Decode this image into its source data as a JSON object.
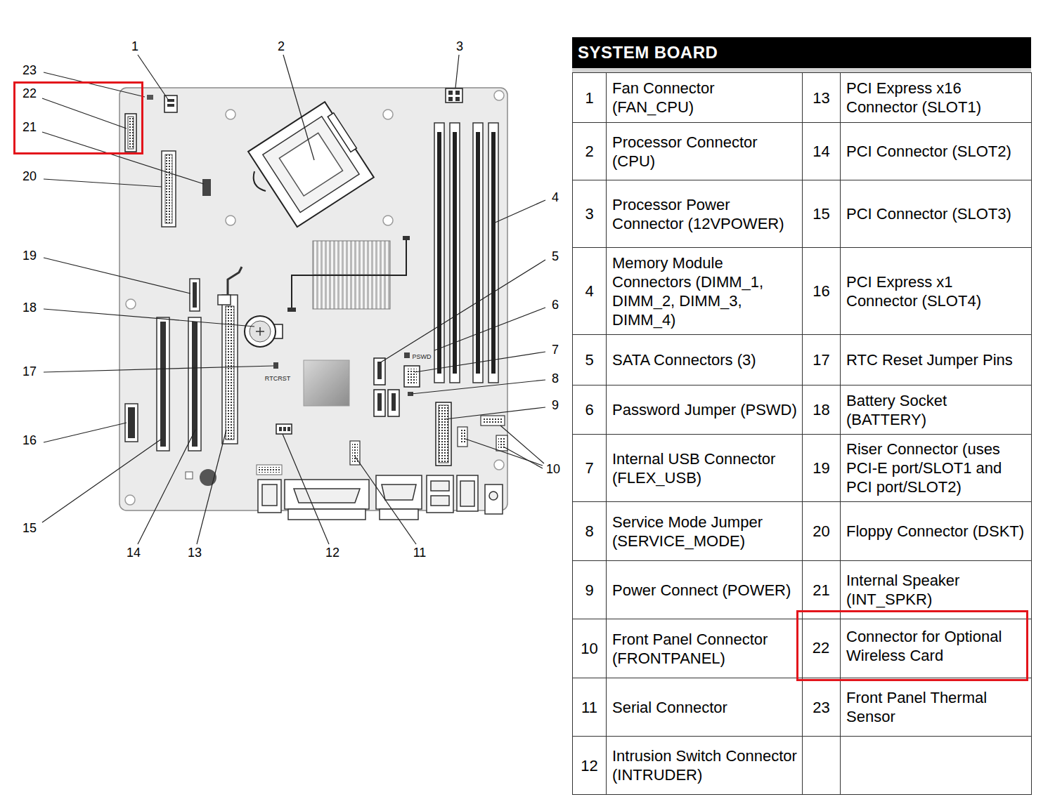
{
  "diagram": {
    "title": "SYSTEM BOARD",
    "nodes": [
      {
        "text": [
          "22",
          "21"
        ]
      },
      {
        "text": [
          "22",
          "Connector for Optional Wireless Card"
        ]
      }
    ],
    "edges": [
      {
        "from": 0,
        "to": 1,
        "arrow": "to"
      }
    ],
    "labels": [
      "1",
      "2",
      "3",
      "23",
      "20",
      "19",
      "18",
      "17",
      "16",
      "15",
      "14",
      "13",
      "12",
      "11",
      "4",
      "5",
      "6",
      "7",
      "8",
      "9",
      "10",
      "PSWD",
      "RTCRST",
      "1",
      "Fan Connector (FAN_CPU)",
      "2",
      "Processor Connector (CPU)",
      "3",
      "Processor Power Connector (12VPOWER)",
      "4",
      "Memory Module Connectors (DIMM_1, DIMM_2, DIMM_3, DIMM_4)",
      "5",
      "SATA Connectors (3)",
      "6",
      "Password Jumper (PSWD)",
      "7",
      "Internal USB Connector (FLEX_USB)",
      "8",
      "Service Mode Jumper (SERVICE_MODE)",
      "9",
      "Power Connect (POWER)",
      "10",
      "Front Panel Connector (FRONTPANEL)",
      "11",
      "Serial Connector",
      "12",
      "Intrusion Switch Connector (INTRUDER)",
      "13",
      "PCI Express x16 Connector (SLOT1)",
      "14",
      "PCI Connector (SLOT2)",
      "15",
      "PCI Connector (SLOT3)",
      "16",
      "PCI Express x1 Connector (SLOT4)",
      "17",
      "RTC Reset Jumper Pins",
      "18",
      "Battery Socket (BATTERY)",
      "19",
      "Riser Connector (uses PCI-E port/SLOT1 and PCI port/SLOT2)",
      "20",
      "Floppy Connector (DSKT)",
      "21",
      "Internal Speaker (INT_SPKR)",
      "23",
      "Front Panel Thermal Sensor"
    ]
  }
}
